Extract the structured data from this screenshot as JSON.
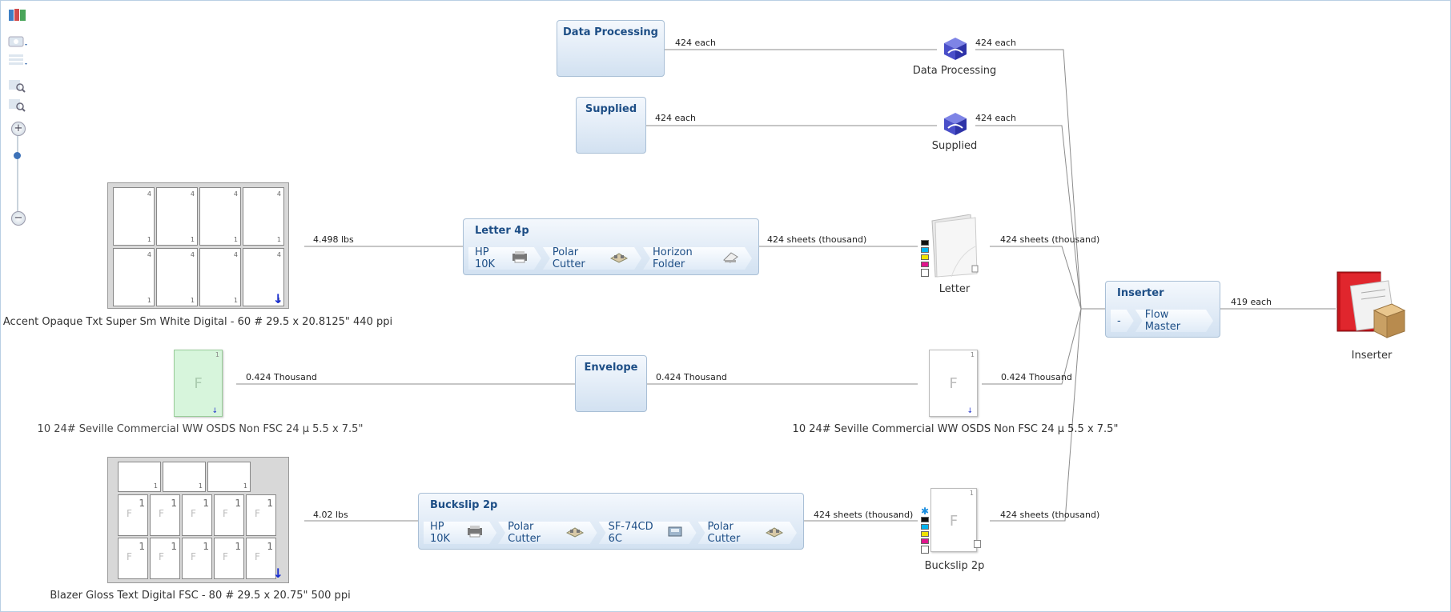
{
  "nodes": {
    "data_processing_box": {
      "title": "Data Processing"
    },
    "supplied_box": {
      "title": "Supplied"
    },
    "letter_job": {
      "title": "Letter  4p",
      "steps": [
        "HP 10K",
        "Polar Cutter",
        "Horizon Folder"
      ]
    },
    "envelope_box": {
      "title": "Envelope"
    },
    "buckslip_job": {
      "title": "Buckslip  2p",
      "steps": [
        "HP 10K",
        "Polar Cutter",
        "SF-74CD 6C",
        "Polar Cutter"
      ]
    },
    "inserter_box": {
      "title": "Inserter",
      "steps": [
        "-",
        "Flow Master"
      ]
    }
  },
  "outputs": {
    "data_processing": "Data Processing",
    "supplied": "Supplied",
    "letter": "Letter",
    "envelope": "10 24# Seville Commercial WW OSDS Non FSC 24 µ 5.5 x 7.5\"",
    "buckslip": "Buckslip 2p",
    "inserter": "Inserter"
  },
  "stocks": {
    "letter_stock": "Accent Opaque Txt Super Sm White Digital - 60 # 29.5 x 20.8125\" 440 ppi",
    "envelope_stock": "10 24# Seville Commercial WW OSDS Non FSC 24 µ 5.5 x 7.5\"",
    "buckslip_stock": "Blazer Gloss Text Digital FSC - 80 # 29.5 x 20.75\" 500 ppi"
  },
  "edges": {
    "dp_to_output": "424 each",
    "dp_output_to_inserter": "424 each",
    "supplied_to_output": "424 each",
    "supplied_output_to_inserter": "424 each",
    "letter_stock_to_job": "4.498 lbs",
    "letter_job_to_output": "424 sheets (thousand)",
    "letter_output_to_inserter": "424 sheets (thousand)",
    "env_stock_to_box": "0.424 Thousand",
    "env_box_to_output": "0.424 Thousand",
    "env_output_to_inserter": "0.424 Thousand",
    "buckslip_stock_to_job": "4.02 lbs",
    "buckslip_job_to_output": "424 sheets (thousand)",
    "buckslip_output_to_inserter": "424 sheets (thousand)",
    "inserter_to_output": "419 each"
  },
  "sheet_marks": {
    "four": "4",
    "one": "1",
    "f": "F"
  },
  "toolbar": {
    "zoom_in": "+",
    "zoom_out": "−"
  }
}
